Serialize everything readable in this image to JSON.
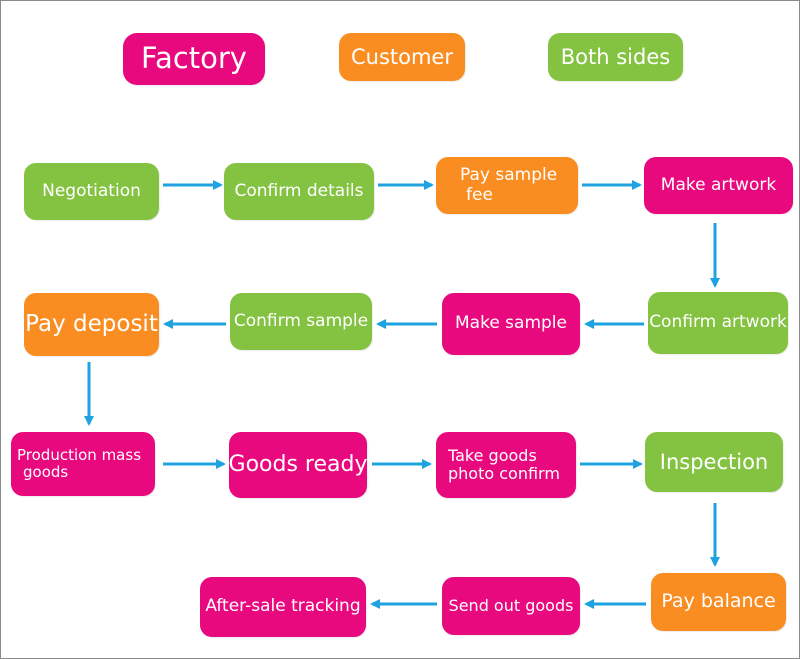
{
  "legend": {
    "factory": "Factory",
    "customer": "Customer",
    "both": "Both sides"
  },
  "colors": {
    "factory": "#e8097e",
    "customer": "#f98d21",
    "both": "#84c341",
    "arrow": "#1fa3e0"
  },
  "steps": {
    "negotiation": "Negotiation",
    "confirm_details": "Confirm details",
    "pay_sample_fee_l1": "Pay sample",
    "pay_sample_fee_l2": "fee",
    "make_artwork": "Make artwork",
    "confirm_artwork": "Confirm artwork",
    "make_sample": "Make sample",
    "confirm_sample": "Confirm sample",
    "pay_deposit": "Pay deposit",
    "production_l1": "Production mass",
    "production_l2": "goods",
    "goods_ready": "Goods ready",
    "take_photo_l1": "Take goods",
    "take_photo_l2": "photo confirm",
    "inspection": "Inspection",
    "pay_balance": "Pay balance",
    "send_out_goods": "Send out goods",
    "after_sale": "After-sale tracking"
  }
}
